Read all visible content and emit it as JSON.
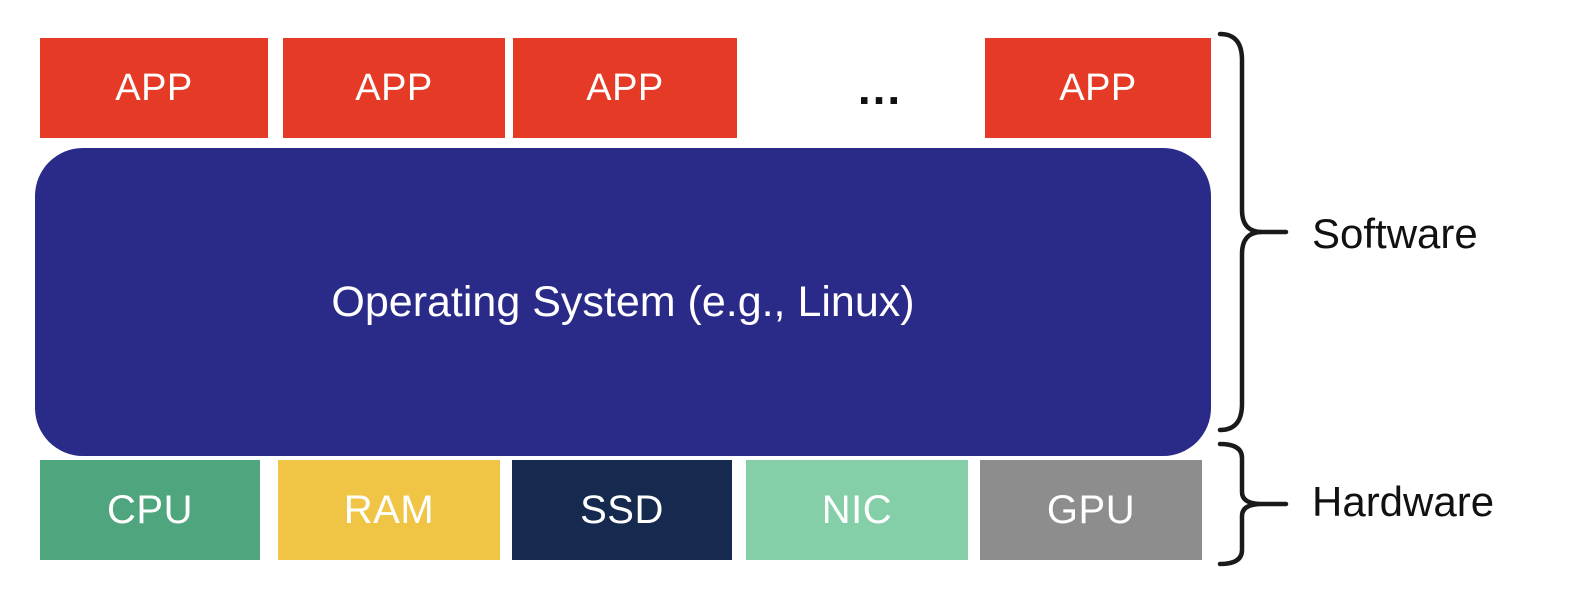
{
  "diagram": {
    "app_row": {
      "boxes": [
        "APP",
        "APP",
        "APP",
        "APP"
      ],
      "ellipsis": "..."
    },
    "os_box": {
      "label": "Operating System (e.g., Linux)"
    },
    "hardware_row": [
      {
        "label": "CPU",
        "color": "#4fa57e"
      },
      {
        "label": "RAM",
        "color": "#f0c445"
      },
      {
        "label": "SSD",
        "color": "#16294f"
      },
      {
        "label": "NIC",
        "color": "#85cfa8"
      },
      {
        "label": "GPU",
        "color": "#8d8d8d"
      }
    ],
    "groups": {
      "software_label": "Software",
      "hardware_label": "Hardware"
    },
    "colors": {
      "app": "#e53a26",
      "os": "#2a2a89",
      "text_light": "#ffffff",
      "text_dark": "#111111",
      "brace": "#1a1a1a"
    }
  }
}
